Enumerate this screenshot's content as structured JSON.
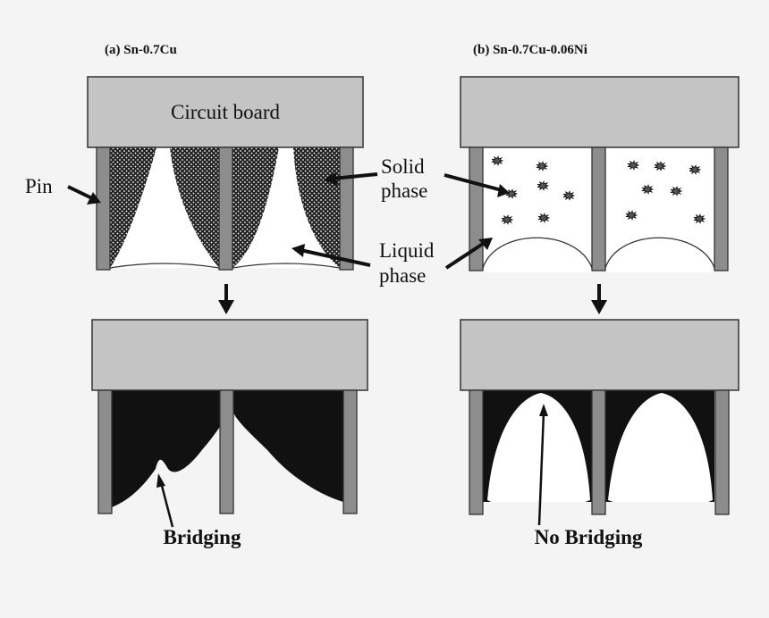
{
  "panels": {
    "left_title": "(a) Sn-0.7Cu",
    "right_title": "(b) Sn-0.7Cu-0.06Ni",
    "left_result": "Bridging",
    "right_result": "No Bridging"
  },
  "labels": {
    "circuit_board": "Circuit board",
    "pin": "Pin",
    "solid_line1": "Solid",
    "solid_line2": "phase",
    "liquid_line1": "Liquid",
    "liquid_line2": "phase"
  },
  "colors": {
    "board_fill": "#c4c4c4",
    "pin_fill": "#8d8d8d",
    "solder_solid": "#1a1a1a",
    "liquid_fill": "#ffffff",
    "background": "#f4f4f4"
  }
}
